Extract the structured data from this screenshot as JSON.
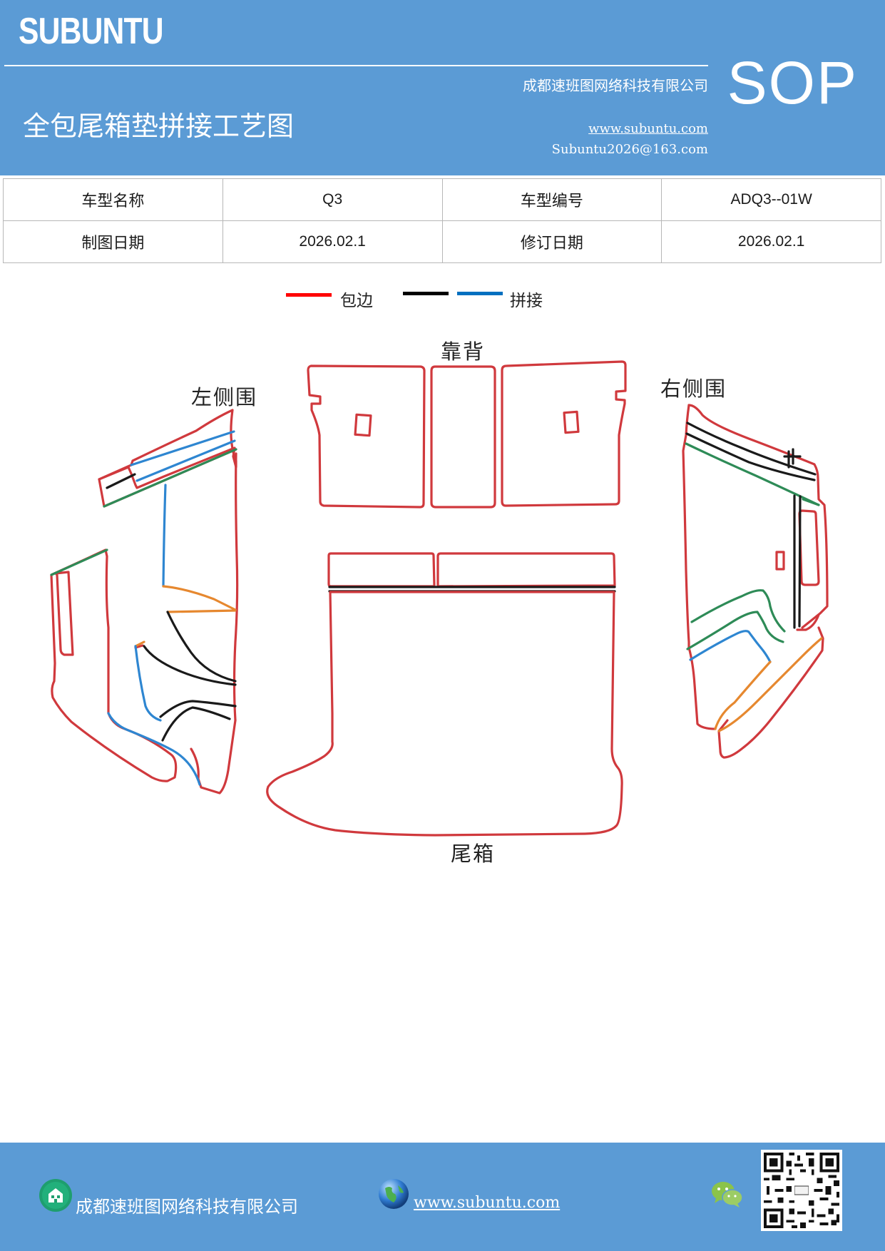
{
  "header": {
    "logo": "SUBUNTU",
    "company": "成都速班图网络科技有限公司",
    "title": "全包尾箱垫拼接工艺图",
    "website": "www.subuntu.com",
    "email": "Subuntu2026@163.com",
    "badge": "SOP"
  },
  "info_table": {
    "model_name_label": "车型名称",
    "model_name_value": "Q3",
    "model_code_label": "车型编号",
    "model_code_value": "ADQ3--01W",
    "draw_date_label": "制图日期",
    "draw_date_value": "2026.02.1",
    "revise_date_label": "修订日期",
    "revise_date_value": "2026.02.1"
  },
  "legend": {
    "items": [
      {
        "label": "包边",
        "color": "#ff0000"
      },
      {
        "label": "拼接",
        "colors": [
          "#000000",
          "#0070c0"
        ]
      }
    ]
  },
  "drawing": {
    "labels": {
      "backrest": "靠背",
      "left_side": "左侧围",
      "right_side": "右侧围",
      "trunk": "尾箱"
    },
    "colors": {
      "edge": "#d0393d",
      "seam_black": "#1a1a1a",
      "seam_blue": "#2e86d1",
      "seam_green": "#2e8b57",
      "seam_orange": "#e6882f"
    }
  },
  "footer": {
    "company": "成都速班图网络科技有限公司",
    "website": "www.subuntu.com",
    "icons": [
      "building-icon",
      "globe-icon",
      "wechat-icon",
      "qr-code"
    ]
  }
}
